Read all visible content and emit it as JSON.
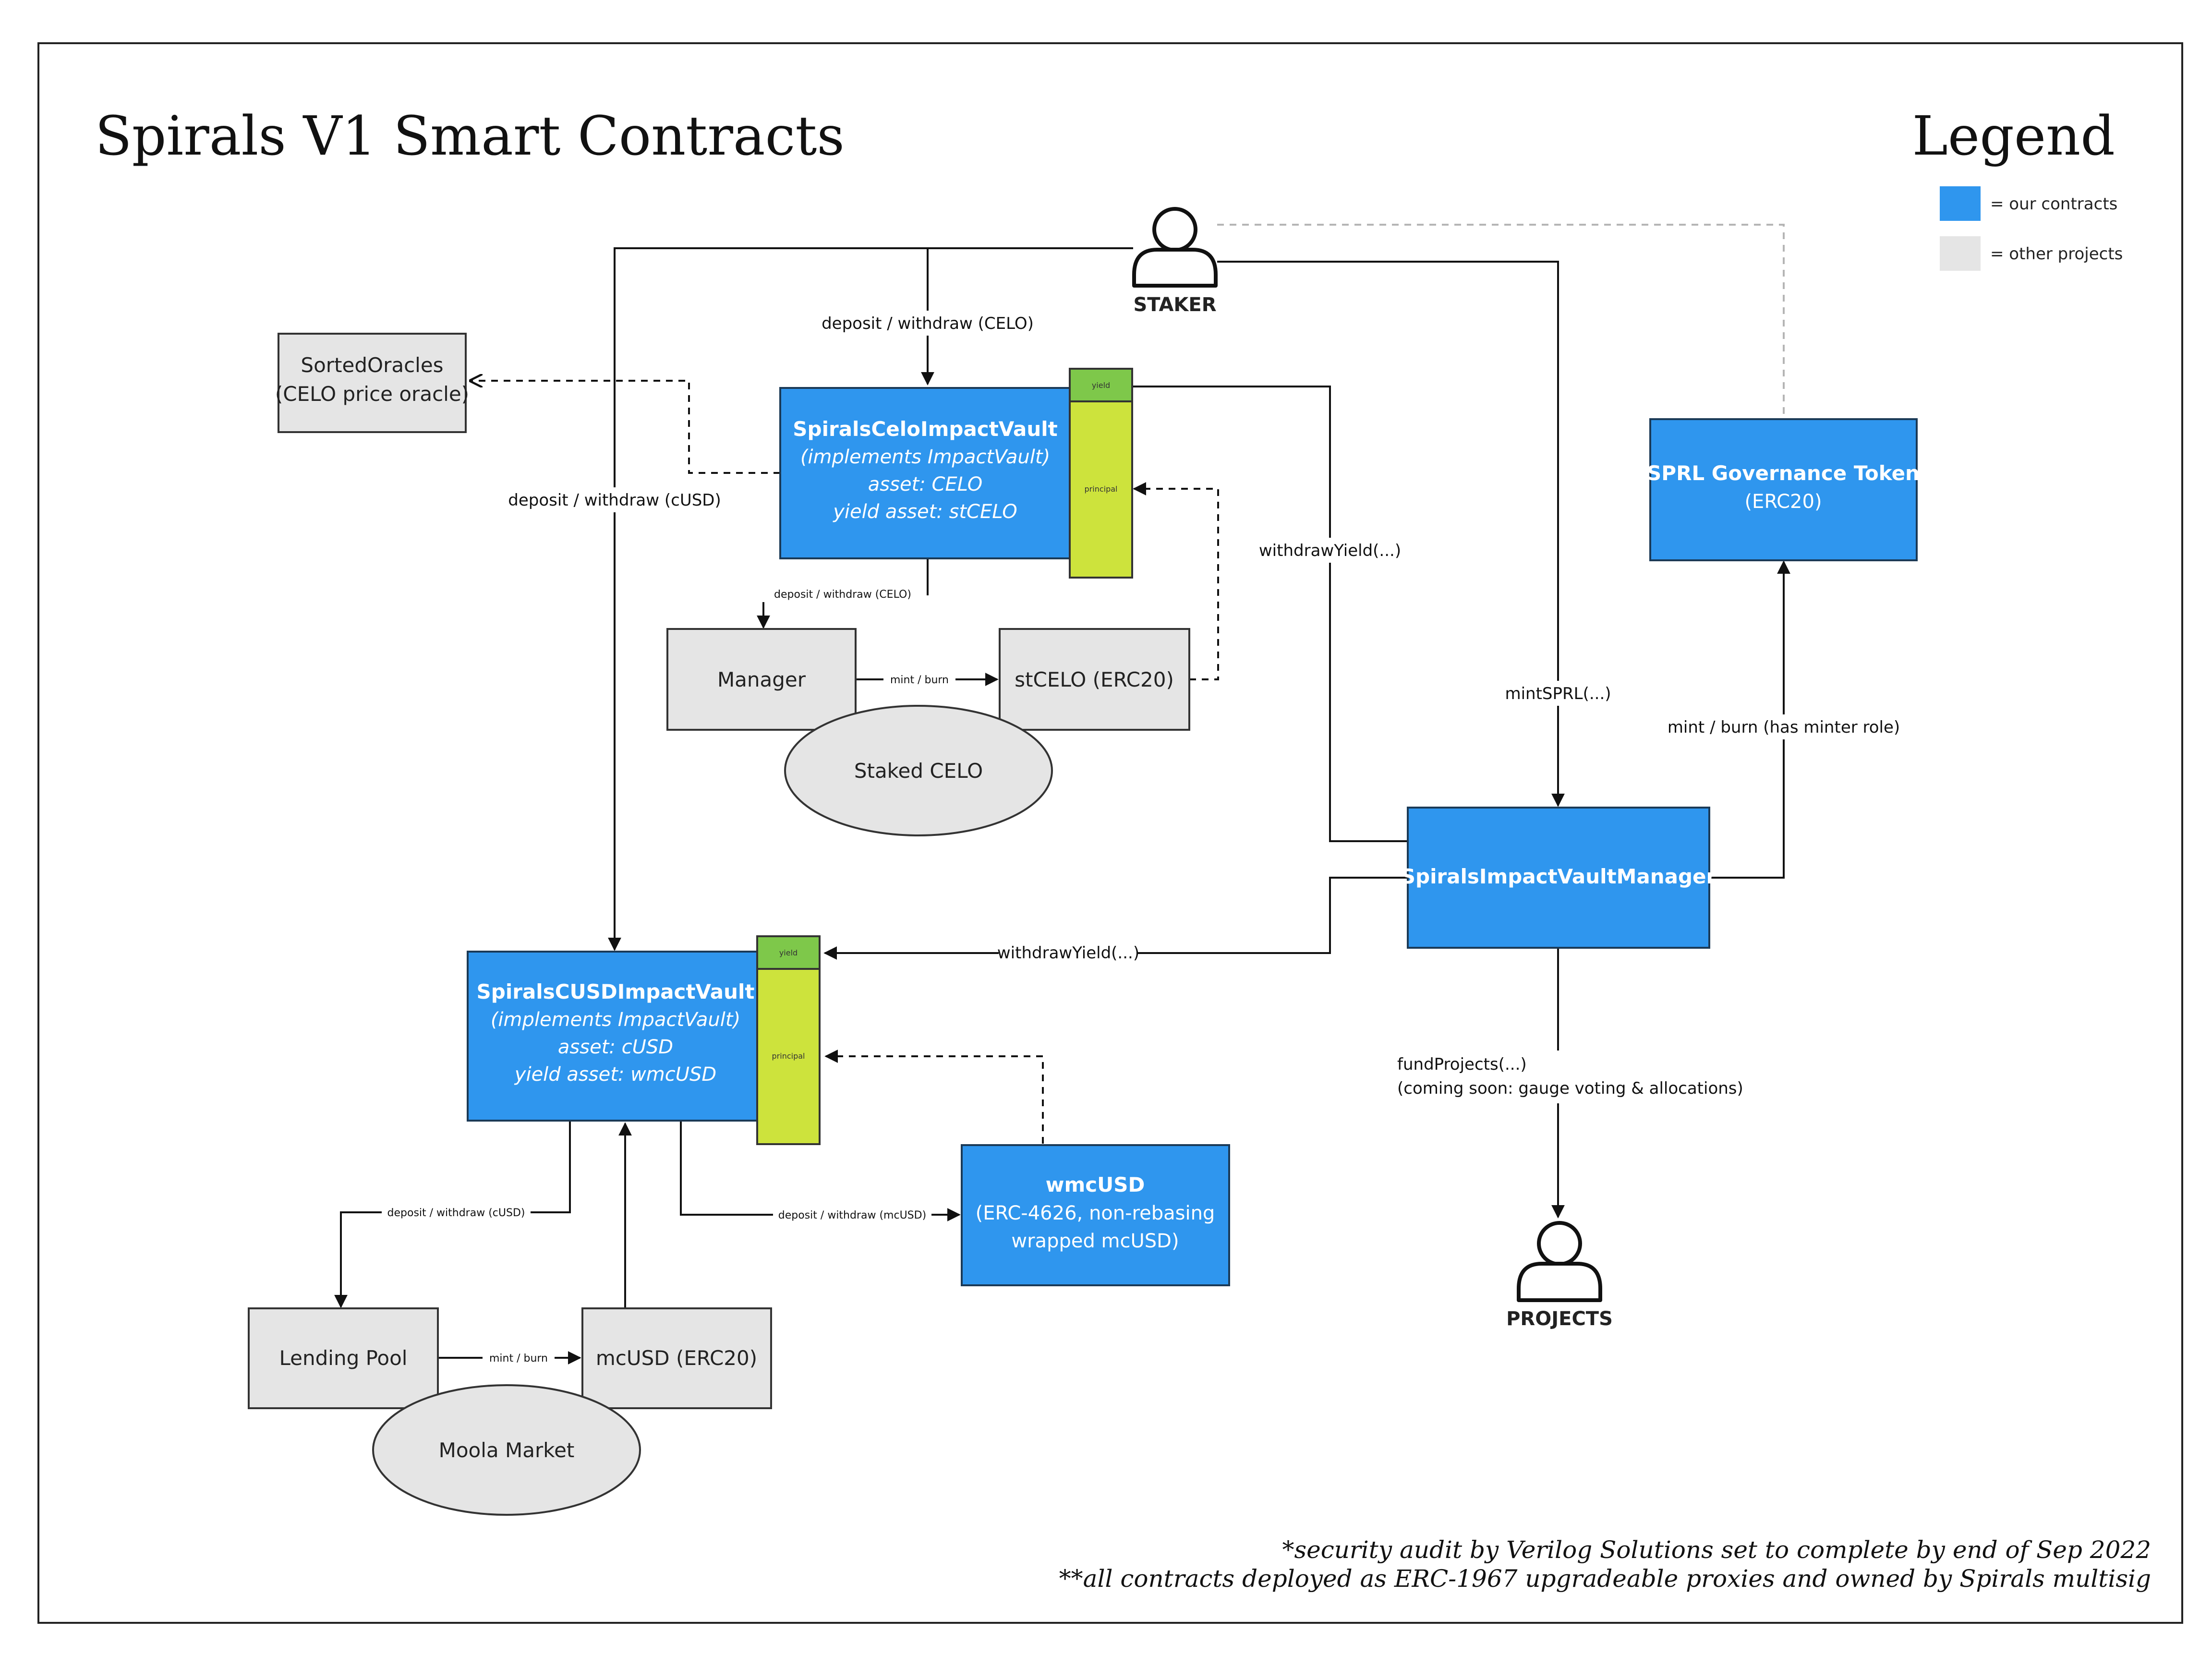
{
  "title": "Spirals V1 Smart Contracts",
  "legend": {
    "title": "Legend",
    "items": [
      {
        "label": "= our contracts",
        "color": "#2f96ee"
      },
      {
        "label": "= other projects",
        "color": "#e5e5e5"
      }
    ]
  },
  "actors": {
    "staker": "STAKER",
    "projects": "PROJECTS"
  },
  "nodes": {
    "sorted_oracles": {
      "line1": "SortedOracles",
      "line2": "(CELO price oracle)"
    },
    "celo_vault": {
      "name": "SpiralsCeloImpactVault",
      "implements": "(implements ImpactVault)",
      "asset": "asset: CELO",
      "yield_asset": "yield asset: stCELO",
      "yield_label": "yield",
      "principal_label": "principal"
    },
    "manager": "Manager",
    "stcelo": "stCELO (ERC20)",
    "staked_celo": "Staked CELO",
    "sprl": {
      "name": "SPRL Governance Token",
      "sub": "(ERC20)"
    },
    "vault_manager": "SpiralsImpactVaultManager",
    "cusd_vault": {
      "name": "SpiralsCUSDImpactVault",
      "implements": "(implements ImpactVault)",
      "asset": "asset: cUSD",
      "yield_asset": "yield asset: wmcUSD",
      "yield_label": "yield",
      "principal_label": "principal"
    },
    "wmcusd": {
      "name": "wmcUSD",
      "line2": "(ERC-4626, non-rebasing",
      "line3": "wrapped mcUSD)"
    },
    "lending_pool": "Lending Pool",
    "mcusd": "mcUSD (ERC20)",
    "moola": "Moola Market"
  },
  "edges": {
    "deposit_celo": "deposit / withdraw (CELO)",
    "deposit_cusd": "deposit / withdraw (cUSD)",
    "withdraw_yield_1": "withdrawYield(...)",
    "withdraw_yield_2": "withdrawYield(...)",
    "mint_sprl": "mintSPRL(...)",
    "mint_burn_minter": "mint / burn (has minter role)",
    "vault_to_manager": "deposit / withdraw (CELO)",
    "mint_burn_1": "mint / burn",
    "mint_burn_2": "mint / burn",
    "vault_to_lending": "deposit / withdraw (cUSD)",
    "vault_to_wmcusd": "deposit / withdraw (mcUSD)",
    "fund_projects_1": "fundProjects(...)",
    "fund_projects_2": "(coming soon: gauge voting & allocations)"
  },
  "footnotes": [
    "*security audit by Verilog Solutions set to complete by end of Sep 2022",
    "**all contracts deployed as ERC-1967 upgradeable proxies and owned by Spirals multisig"
  ]
}
